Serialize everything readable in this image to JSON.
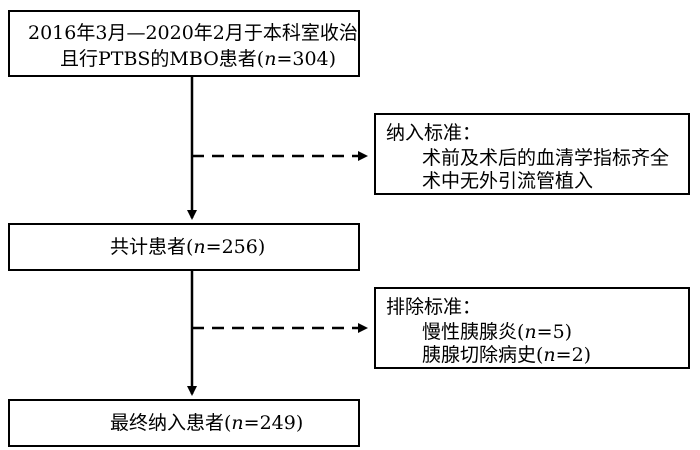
{
  "boxes": {
    "start": {
      "line1": "2016年3月—2020年2月于本科室收治",
      "line2_pre": "且行PTBS的MBO患者(",
      "line2_var": "n",
      "line2_post": "=304)"
    },
    "inclusion": {
      "title": "纳入标准：",
      "item1": "术前及术后的血清学指标齐全",
      "item2": "术中无外引流管植入"
    },
    "total": {
      "text_pre": "共计患者(",
      "text_var": "n",
      "text_post": "=256)"
    },
    "exclusion": {
      "title": "排除标准：",
      "item1_pre": "慢性胰腺炎(",
      "item1_var": "n",
      "item1_post": "=5)",
      "item2_pre": "胰腺切除病史(",
      "item2_var": "n",
      "item2_post": "=2)"
    },
    "final": {
      "text_pre": "最终纳入患者(",
      "text_var": "n",
      "text_post": "=249)"
    }
  }
}
